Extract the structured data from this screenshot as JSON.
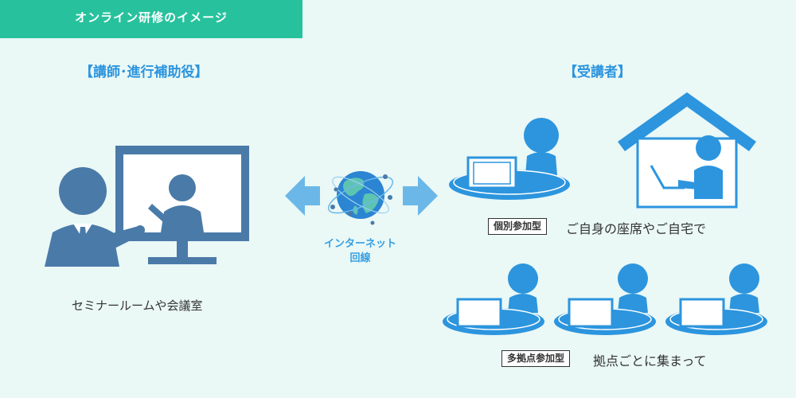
{
  "header": {
    "title": "オンライン研修のイメージ"
  },
  "left": {
    "title": "【講師･進行補助役】",
    "caption": "セミナールームや会議室"
  },
  "center": {
    "network_label_line1": "インターネット",
    "network_label_line2": "回線"
  },
  "right": {
    "title": "【受講者】",
    "individual": {
      "tag": "個別参加型",
      "description": "ご自身の座席やご自宅で"
    },
    "multi": {
      "tag": "多拠点参加型",
      "description": "拠点ごとに集まって"
    }
  },
  "colors": {
    "header_bg": "#27c29d",
    "accent_blue": "#2c95de",
    "lecturer_blue": "#4a7aa8",
    "arrow_blue": "#6bb8e8",
    "background": "#eaf8f6"
  }
}
